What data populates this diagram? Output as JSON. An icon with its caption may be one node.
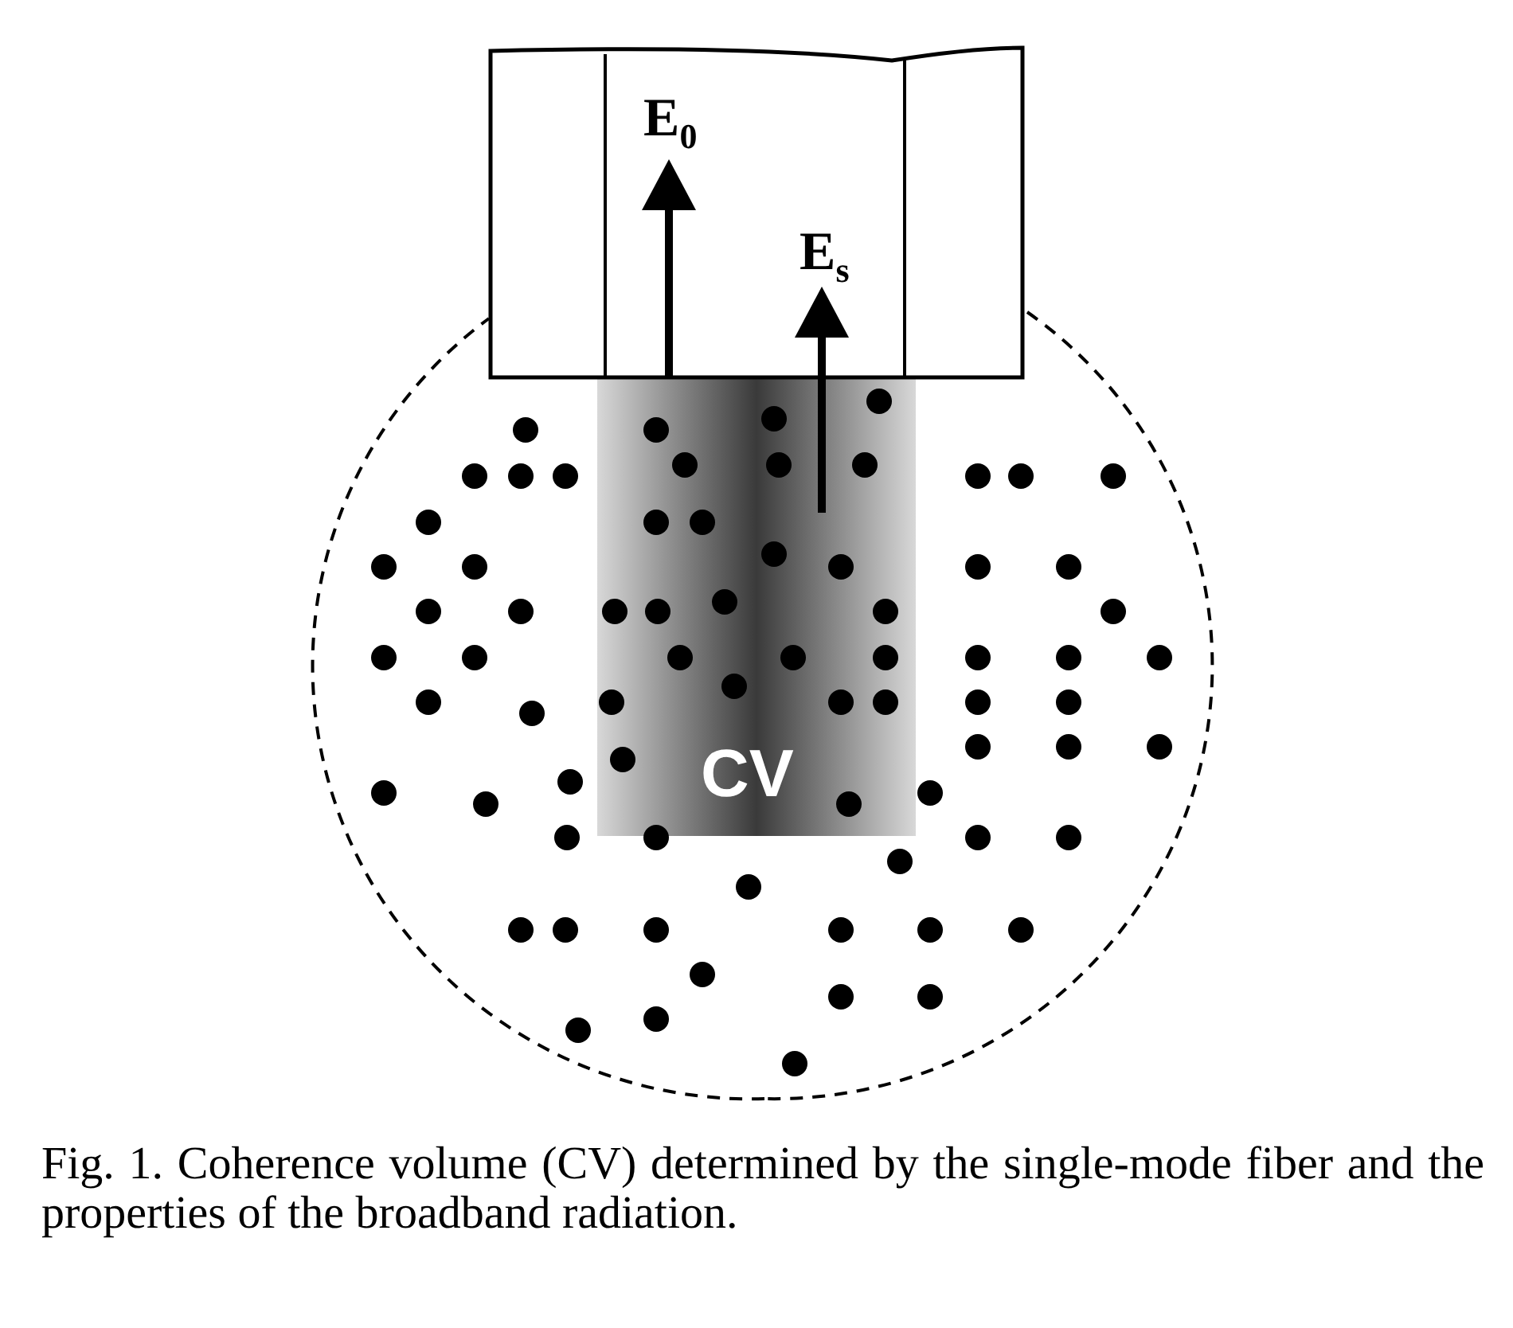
{
  "diagram": {
    "caption": "Fig. 1. Coherence volume (CV) determined by the single-mode fiber and the properties of the broadband radiation.",
    "labels": [
      "E$_{0}$",
      "E$_{s}$",
      "CV"
    ]
  }
}
